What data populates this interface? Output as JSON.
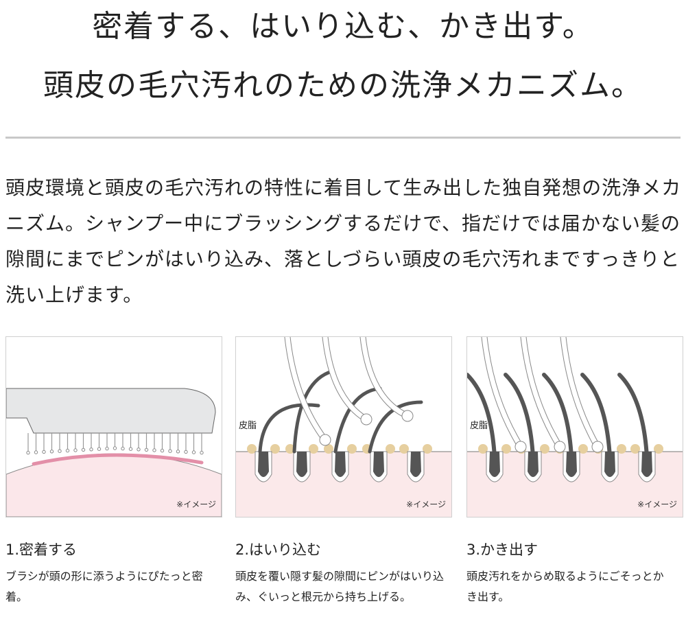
{
  "heading": {
    "line1": "密着する、はいり込む、かき出す。",
    "line2": "頭皮の毛穴汚れのための洗浄メカニズム。"
  },
  "description": "頭皮環境と頭皮の毛穴汚れの特性に着目して生み出した独自発想の洗浄メカニズム。シャンプー中にブラッシングするだけで、指だけでは届かない髪の隙間にまでピンがはいり込み、落としづらい頭皮の毛穴汚れまですっきりと洗い上げます。",
  "panels": [
    {
      "note": "※イメージ"
    },
    {
      "label": "皮脂",
      "note": "※イメージ"
    },
    {
      "label": "皮脂",
      "note": "※イメージ"
    }
  ],
  "steps": [
    {
      "title": "1.密着する",
      "text": "ブラシが頭の形に添うようにぴたっと密着。"
    },
    {
      "title": "2.はいり込む",
      "text": "頭皮を覆い隠す髪の隙間にピンがはいり込み、ぐいっと根元から持ち上げる。"
    },
    {
      "title": "3.かき出す",
      "text": "頭皮汚れをからめ取るようにごそっとかき出す。"
    }
  ]
}
